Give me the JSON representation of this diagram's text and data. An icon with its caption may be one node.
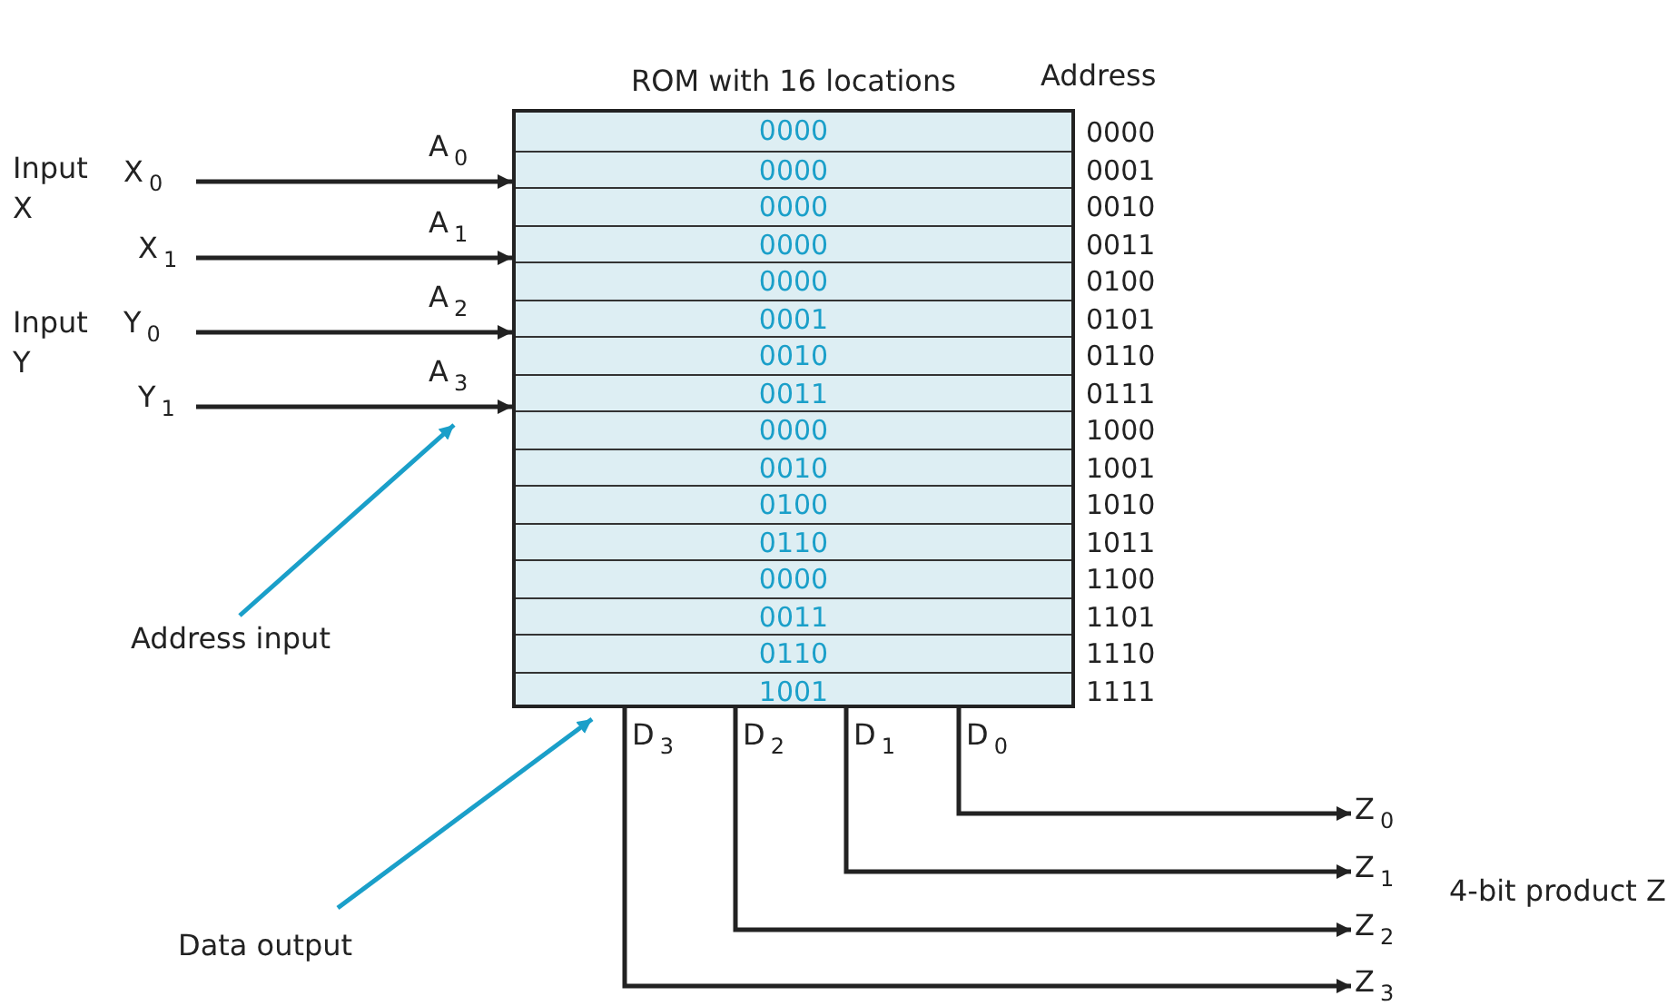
{
  "diagram": {
    "nodes": [
      {
        "text": [
          "ROM with 16 locations"
        ]
      },
      {
        "text": [
          "0000"
        ],
        "in": 0
      },
      {
        "text": [
          "0000"
        ],
        "in": 0
      },
      {
        "text": [
          "0000"
        ],
        "in": 0
      },
      {
        "text": [
          "0000"
        ],
        "in": 0
      },
      {
        "text": [
          "0000"
        ],
        "in": 0
      },
      {
        "text": [
          "0001"
        ],
        "in": 0
      },
      {
        "text": [
          "0010"
        ],
        "in": 0
      },
      {
        "text": [
          "0011"
        ],
        "in": 0
      },
      {
        "text": [
          "0000"
        ],
        "in": 0
      },
      {
        "text": [
          "0010"
        ],
        "in": 0
      },
      {
        "text": [
          "0100"
        ],
        "in": 0
      },
      {
        "text": [
          "0110"
        ],
        "in": 0
      },
      {
        "text": [
          "0000"
        ],
        "in": 0
      },
      {
        "text": [
          "0011"
        ],
        "in": 0
      },
      {
        "text": [
          "0110"
        ],
        "in": 0
      },
      {
        "text": [
          "1001"
        ],
        "in": 0
      },
      {
        "text": [
          "X$_{0}$"
        ]
      },
      {
        "text": [
          "X$_{1}$"
        ]
      },
      {
        "text": [
          "Y$_{0}$"
        ]
      },
      {
        "text": [
          "Y$_{1}$"
        ]
      },
      {
        "text": [
          "Z$_{0}$"
        ]
      },
      {
        "text": [
          "Z$_{1}$"
        ]
      },
      {
        "text": [
          "Z$_{2}$"
        ]
      },
      {
        "text": [
          "Z$_{3}$"
        ]
      },
      {
        "text": [
          "Address input"
        ]
      },
      {
        "text": [
          "Data output"
        ]
      }
    ],
    "edges": [
      {
        "from": 17,
        "to": 0,
        "arrow": "to",
        "label": "A$_{0}$"
      },
      {
        "from": 18,
        "to": 0,
        "arrow": "to",
        "label": "A$_{1}$"
      },
      {
        "from": 19,
        "to": 0,
        "arrow": "to",
        "label": "A$_{2}$"
      },
      {
        "from": 20,
        "to": 0,
        "arrow": "to",
        "label": "A$_{3}$"
      },
      {
        "from": 0,
        "to": 21,
        "arrow": "to",
        "label": "D$_{0}$"
      },
      {
        "from": 0,
        "to": 22,
        "arrow": "to",
        "label": "D$_{1}$"
      },
      {
        "from": 0,
        "to": 23,
        "arrow": "to",
        "label": "D$_{2}$"
      },
      {
        "from": 0,
        "to": 24,
        "arrow": "to",
        "label": "D$_{3}$"
      },
      {
        "from": 25,
        "to": null,
        "arrow": "to",
        "color": "#1a9fc9"
      },
      {
        "from": 26,
        "to": 0,
        "arrow": "to",
        "color": "#1a9fc9"
      }
    ],
    "labels": [
      "Input X",
      "Input Y",
      "Address",
      "0000",
      "0001",
      "0010",
      "0011",
      "0100",
      "0101",
      "0110",
      "0111",
      "1000",
      "1001",
      "1010",
      "1011",
      "1100",
      "1101",
      "1110",
      "1111",
      "4-bit product Z"
    ]
  }
}
